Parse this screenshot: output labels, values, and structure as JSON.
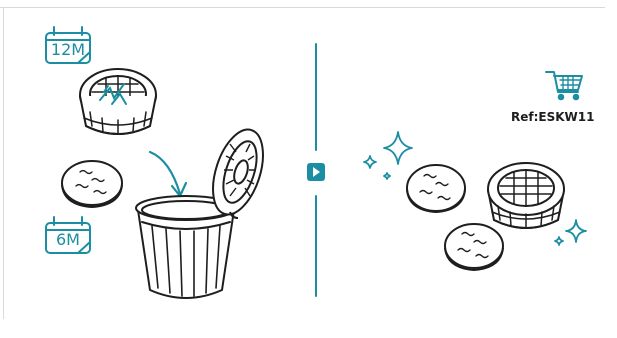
{
  "replacement": {
    "interval_long": "12M",
    "interval_short": "6M"
  },
  "product": {
    "reference": "Ref:ESKW11"
  },
  "colors": {
    "accent": "#1c8ea3",
    "line": "#1e1e1e",
    "rule": "#d9d9d9"
  },
  "icons": [
    "calendar-icon",
    "calendar-icon",
    "filter-basket-icon",
    "filter-pad-icon",
    "arrow-icon",
    "trash-can-icon",
    "next-step-icon",
    "sparkle-icon",
    "shopping-cart-icon"
  ]
}
